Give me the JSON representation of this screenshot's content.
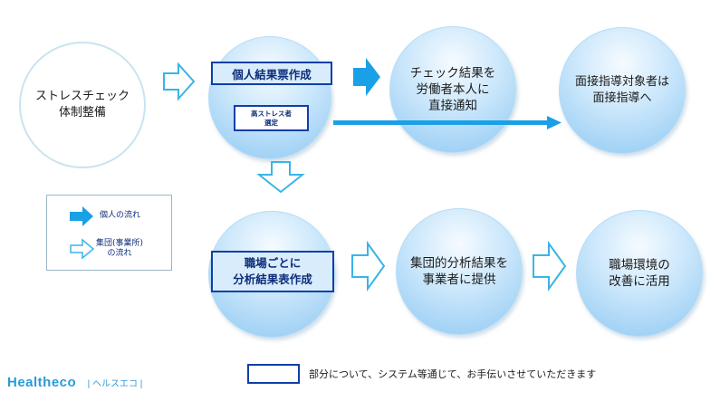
{
  "nodes": {
    "setup": "ストレスチェック\n体制整備",
    "individual_report": "個人結果票作成",
    "high_stress_select": "高ストレス者\n選定",
    "notify": "チェック結果を\n労働者本人に\n直接通知",
    "interview": "面接指導対象者は\n面接指導へ",
    "workplace_analysis": "職場ごとに\n分析結果表作成",
    "provide": "集団的分析結果を\n事業者に提供",
    "improve": "職場環境の\n改善に活用"
  },
  "legend": {
    "individual": "個人の流れ",
    "group": "集団(事業所)\nの流れ"
  },
  "footer": {
    "logo_text": "Healtheco",
    "logo_kana": "| ヘルスエコ |",
    "note": "部分について、システム等通じて、お手伝いさせていただきます"
  },
  "colors": {
    "individual_arrow": "#1aa0e6",
    "group_arrow_outline": "#3ab4e8",
    "highlight_border": "#0f3fa8",
    "circle_fill": "#c9e6fb"
  }
}
